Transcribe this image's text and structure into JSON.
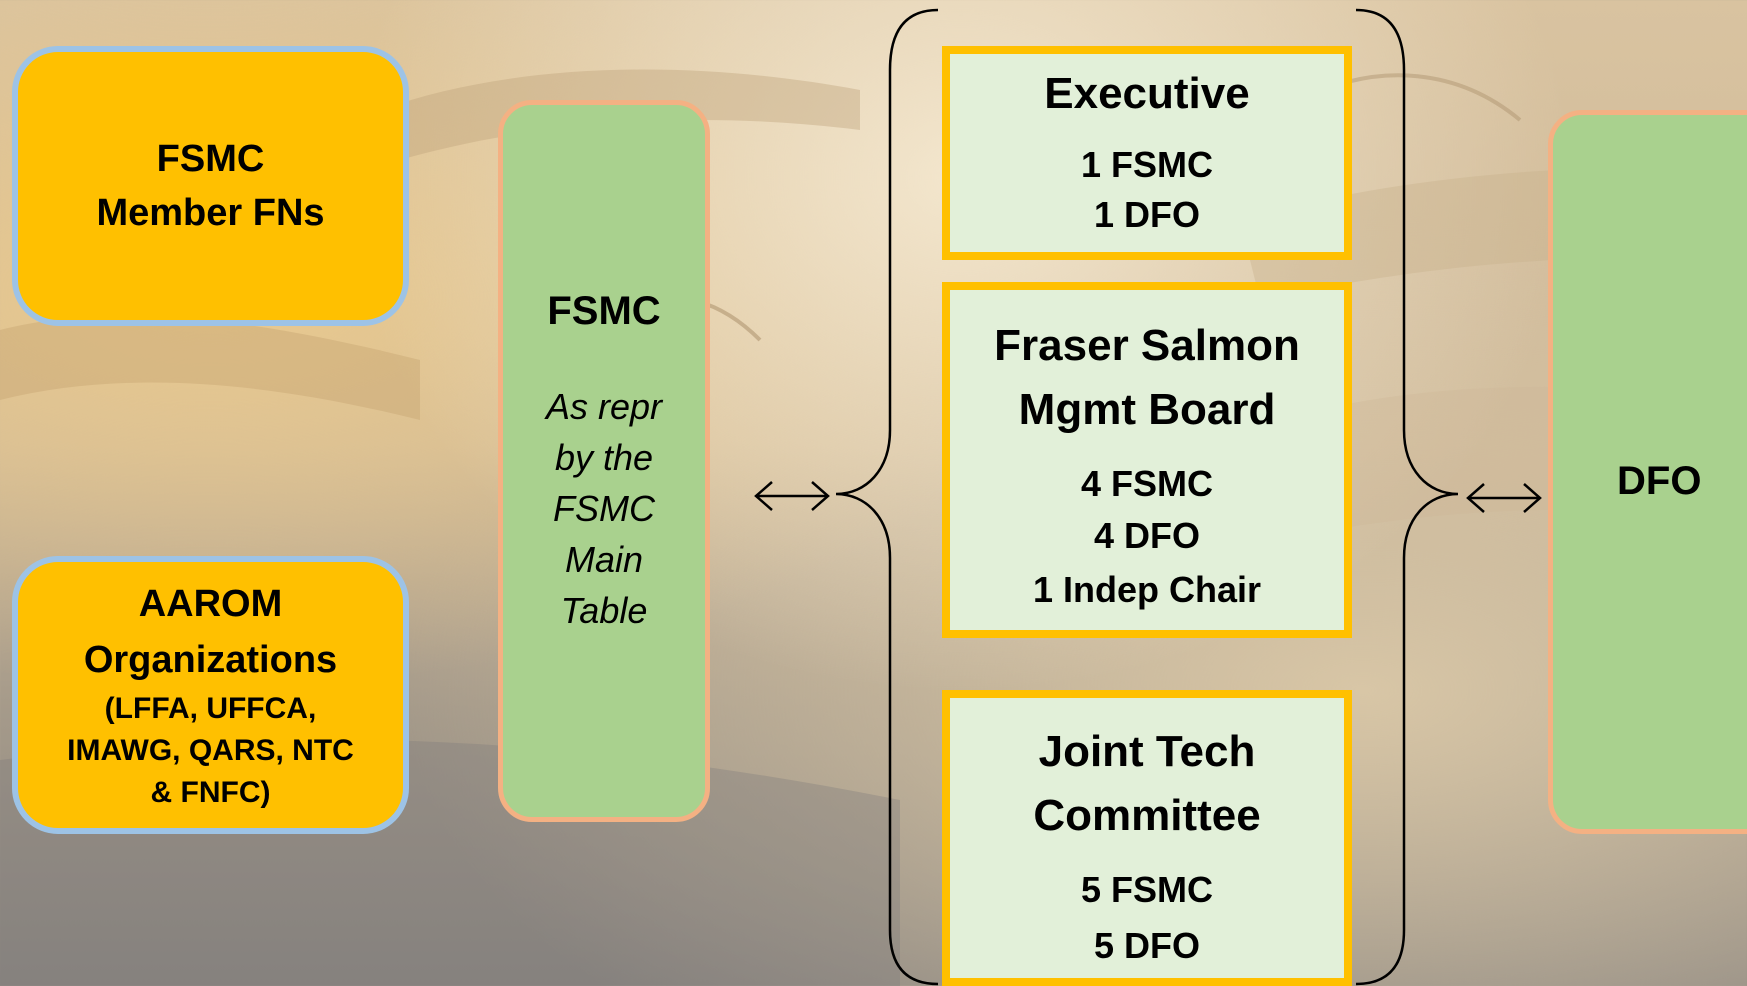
{
  "member_fns": {
    "line1": "FSMC",
    "line2": "Member FNs"
  },
  "aarom": {
    "line1": "AAROM",
    "line2": "Organizations",
    "line3": "(LFFA, UFFCA,",
    "line4": "IMAWG, QARS, NTC",
    "line5": "& FNFC)"
  },
  "fsmc_column": {
    "title": "FSMC",
    "note": [
      "As repr",
      "by the",
      "FSMC",
      "Main",
      "Table"
    ]
  },
  "executive": {
    "title": "Executive",
    "members": [
      "1 FSMC",
      "1 DFO"
    ]
  },
  "board": {
    "title_line1": "Fraser Salmon",
    "title_line2": "Mgmt Board",
    "members": [
      "4 FSMC",
      "4 DFO",
      "1 Indep Chair"
    ]
  },
  "joint_tech": {
    "title_line1": "Joint Tech",
    "title_line2": "Committee",
    "members": [
      "5 FSMC",
      "5 DFO"
    ]
  },
  "dfo_column": {
    "title": "DFO"
  },
  "colors": {
    "member_fill": "#ffc000",
    "member_border": "#9dc3e6",
    "column_fill": "#a9d18e",
    "column_border": "#f4b183",
    "board_fill": "#e2f0d9",
    "board_border": "#ffc000"
  },
  "icons": {
    "left_arrow": "double-headed-arrow-icon",
    "right_arrow": "double-headed-arrow-icon"
  }
}
